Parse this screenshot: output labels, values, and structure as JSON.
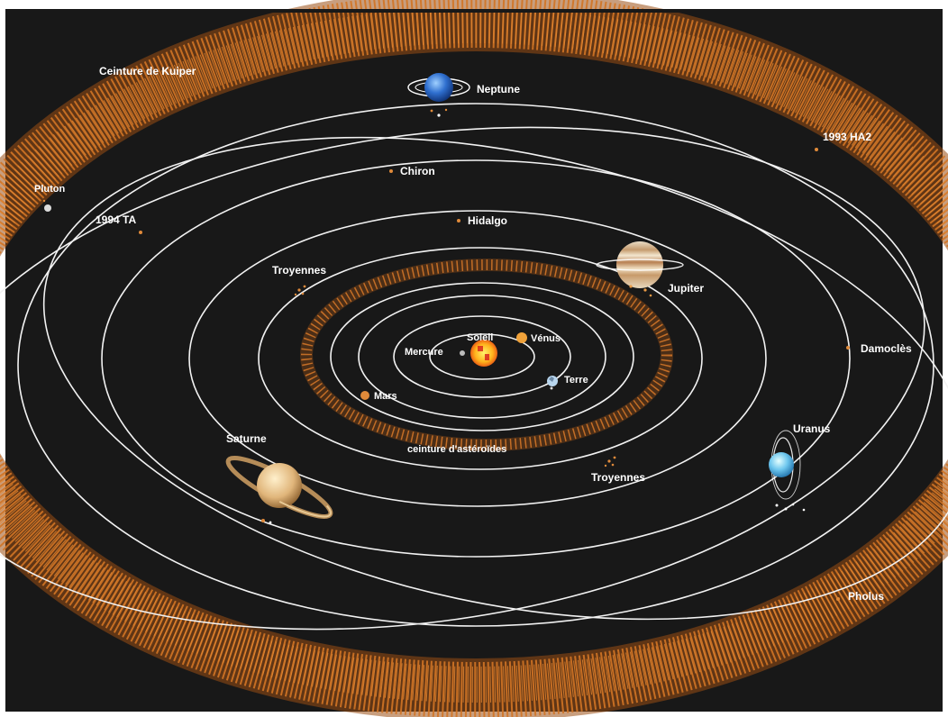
{
  "diagram": {
    "labels": {
      "kuiper": "Ceinture de Kuiper",
      "neptune": "Neptune",
      "ha2": "1993 HA2",
      "pluton": "Pluton",
      "chiron": "Chiron",
      "ta": "1994 TA",
      "hidalgo": "Hidalgo",
      "troyennes_left": "Troyennes",
      "jupiter": "Jupiter",
      "soleil": "Soleil",
      "venus": "Vénus",
      "mercure": "Mercure",
      "damocles": "Damoclès",
      "terre": "Terre",
      "mars": "Mars",
      "uranus": "Uranus",
      "saturne": "Saturne",
      "asteroides": "ceinture d'astéroïdes",
      "troyennes_right": "Troyennes",
      "pholus": "Pholus"
    },
    "colors": {
      "space": "#181818",
      "orbit": "#f2f2f2",
      "dust": "#c86a1e",
      "label": "#ffffff"
    }
  }
}
